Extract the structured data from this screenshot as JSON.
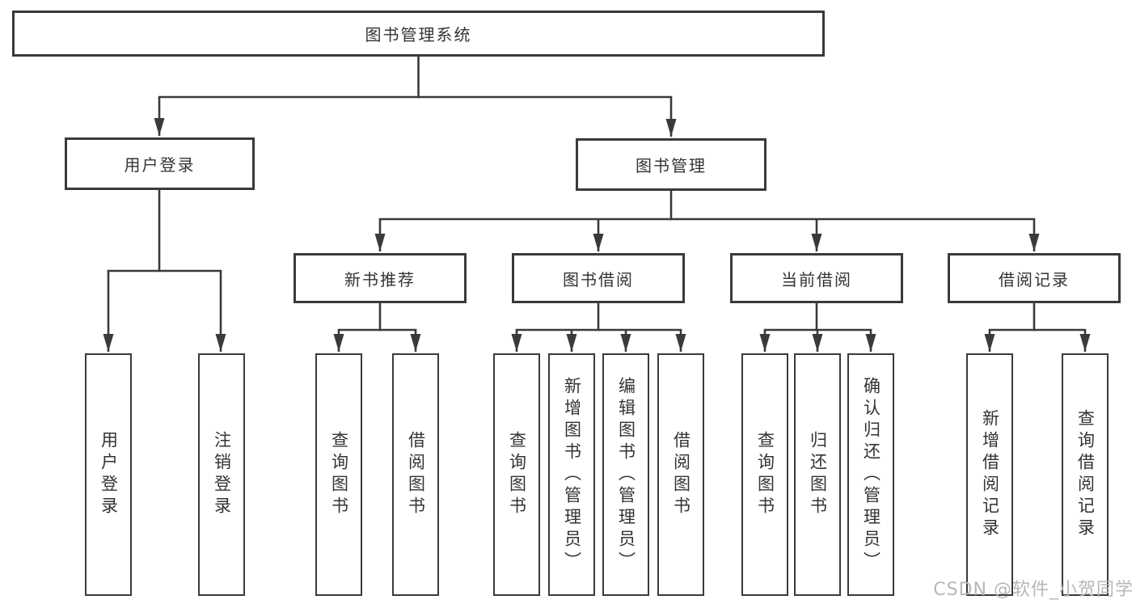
{
  "tree": {
    "root": {
      "label": "图书管理系统"
    },
    "branches": [
      {
        "label": "用户登录",
        "children": [
          {
            "label": "用户登录"
          },
          {
            "label": "注销登录"
          }
        ]
      },
      {
        "label": "图书管理",
        "children": [
          {
            "label": "新书推荐",
            "children": [
              {
                "label": "查询图书"
              },
              {
                "label": "借阅图书"
              }
            ]
          },
          {
            "label": "图书借阅",
            "children": [
              {
                "label": "查询图书"
              },
              {
                "label": "新增图书（管理员）"
              },
              {
                "label": "编辑图书（管理员）"
              },
              {
                "label": "借阅图书"
              }
            ]
          },
          {
            "label": "当前借阅",
            "children": [
              {
                "label": "查询图书"
              },
              {
                "label": "归还图书"
              },
              {
                "label": "确认归还（管理员）"
              }
            ]
          },
          {
            "label": "借阅记录",
            "children": [
              {
                "label": "新增借阅记录"
              },
              {
                "label": "查询借阅记录"
              }
            ]
          }
        ]
      }
    ]
  },
  "watermark": {
    "text": "CSDN @软件_小贺同学"
  },
  "colors": {
    "line": "#3a3a3a",
    "text": "#333333",
    "background": "#ffffff",
    "watermark": "#b7b7b7"
  }
}
